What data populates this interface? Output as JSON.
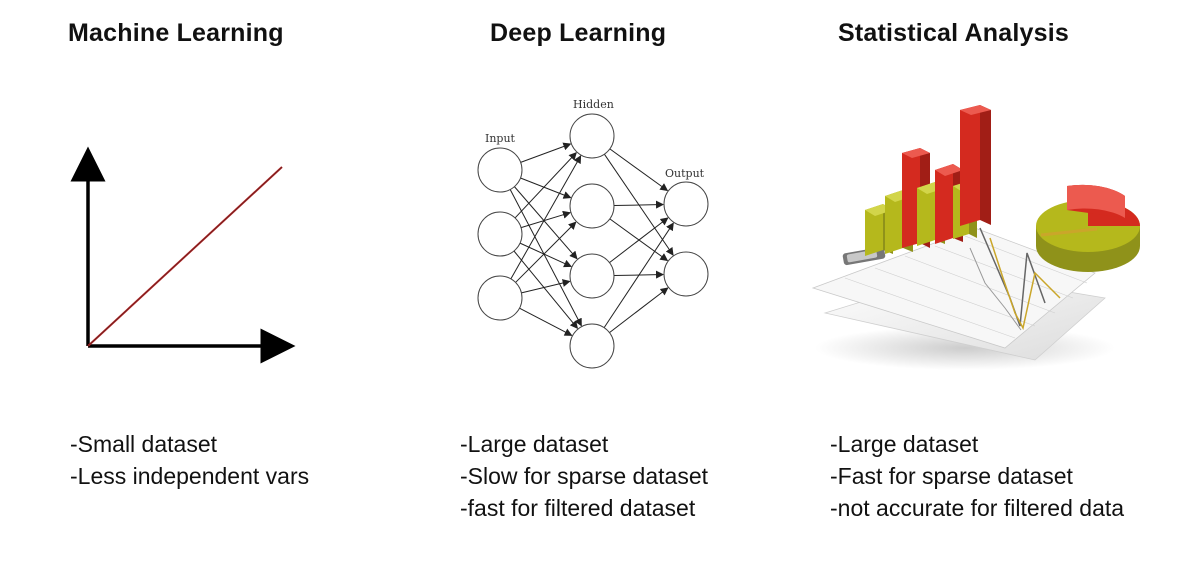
{
  "columns": [
    {
      "title": "Machine Learning",
      "bullets": [
        "-Small dataset",
        "-Less independent vars"
      ],
      "graphic": "line-graph-icon"
    },
    {
      "title": "Deep Learning",
      "bullets": [
        "-Large dataset",
        "-Slow for sparse dataset",
        "-fast for filtered dataset"
      ],
      "graphic": "neural-network-diagram",
      "network": {
        "input_label": "Input",
        "hidden_label": "Hidden",
        "output_label": "Output",
        "input_nodes": 3,
        "hidden_nodes": 4,
        "output_nodes": 2
      }
    },
    {
      "title": "Statistical Analysis",
      "bullets": [
        "-Large dataset",
        "-Fast for sparse dataset",
        "-not accurate for filtered data"
      ],
      "graphic": "statistics-charts-illustration"
    }
  ],
  "colors": {
    "axis": "#000000",
    "trend_line": "#b22222",
    "bar_red": "#d42a1f",
    "bar_olive": "#b5b81c",
    "pie_red": "#d42a1f",
    "pie_olive": "#b5b81c"
  }
}
